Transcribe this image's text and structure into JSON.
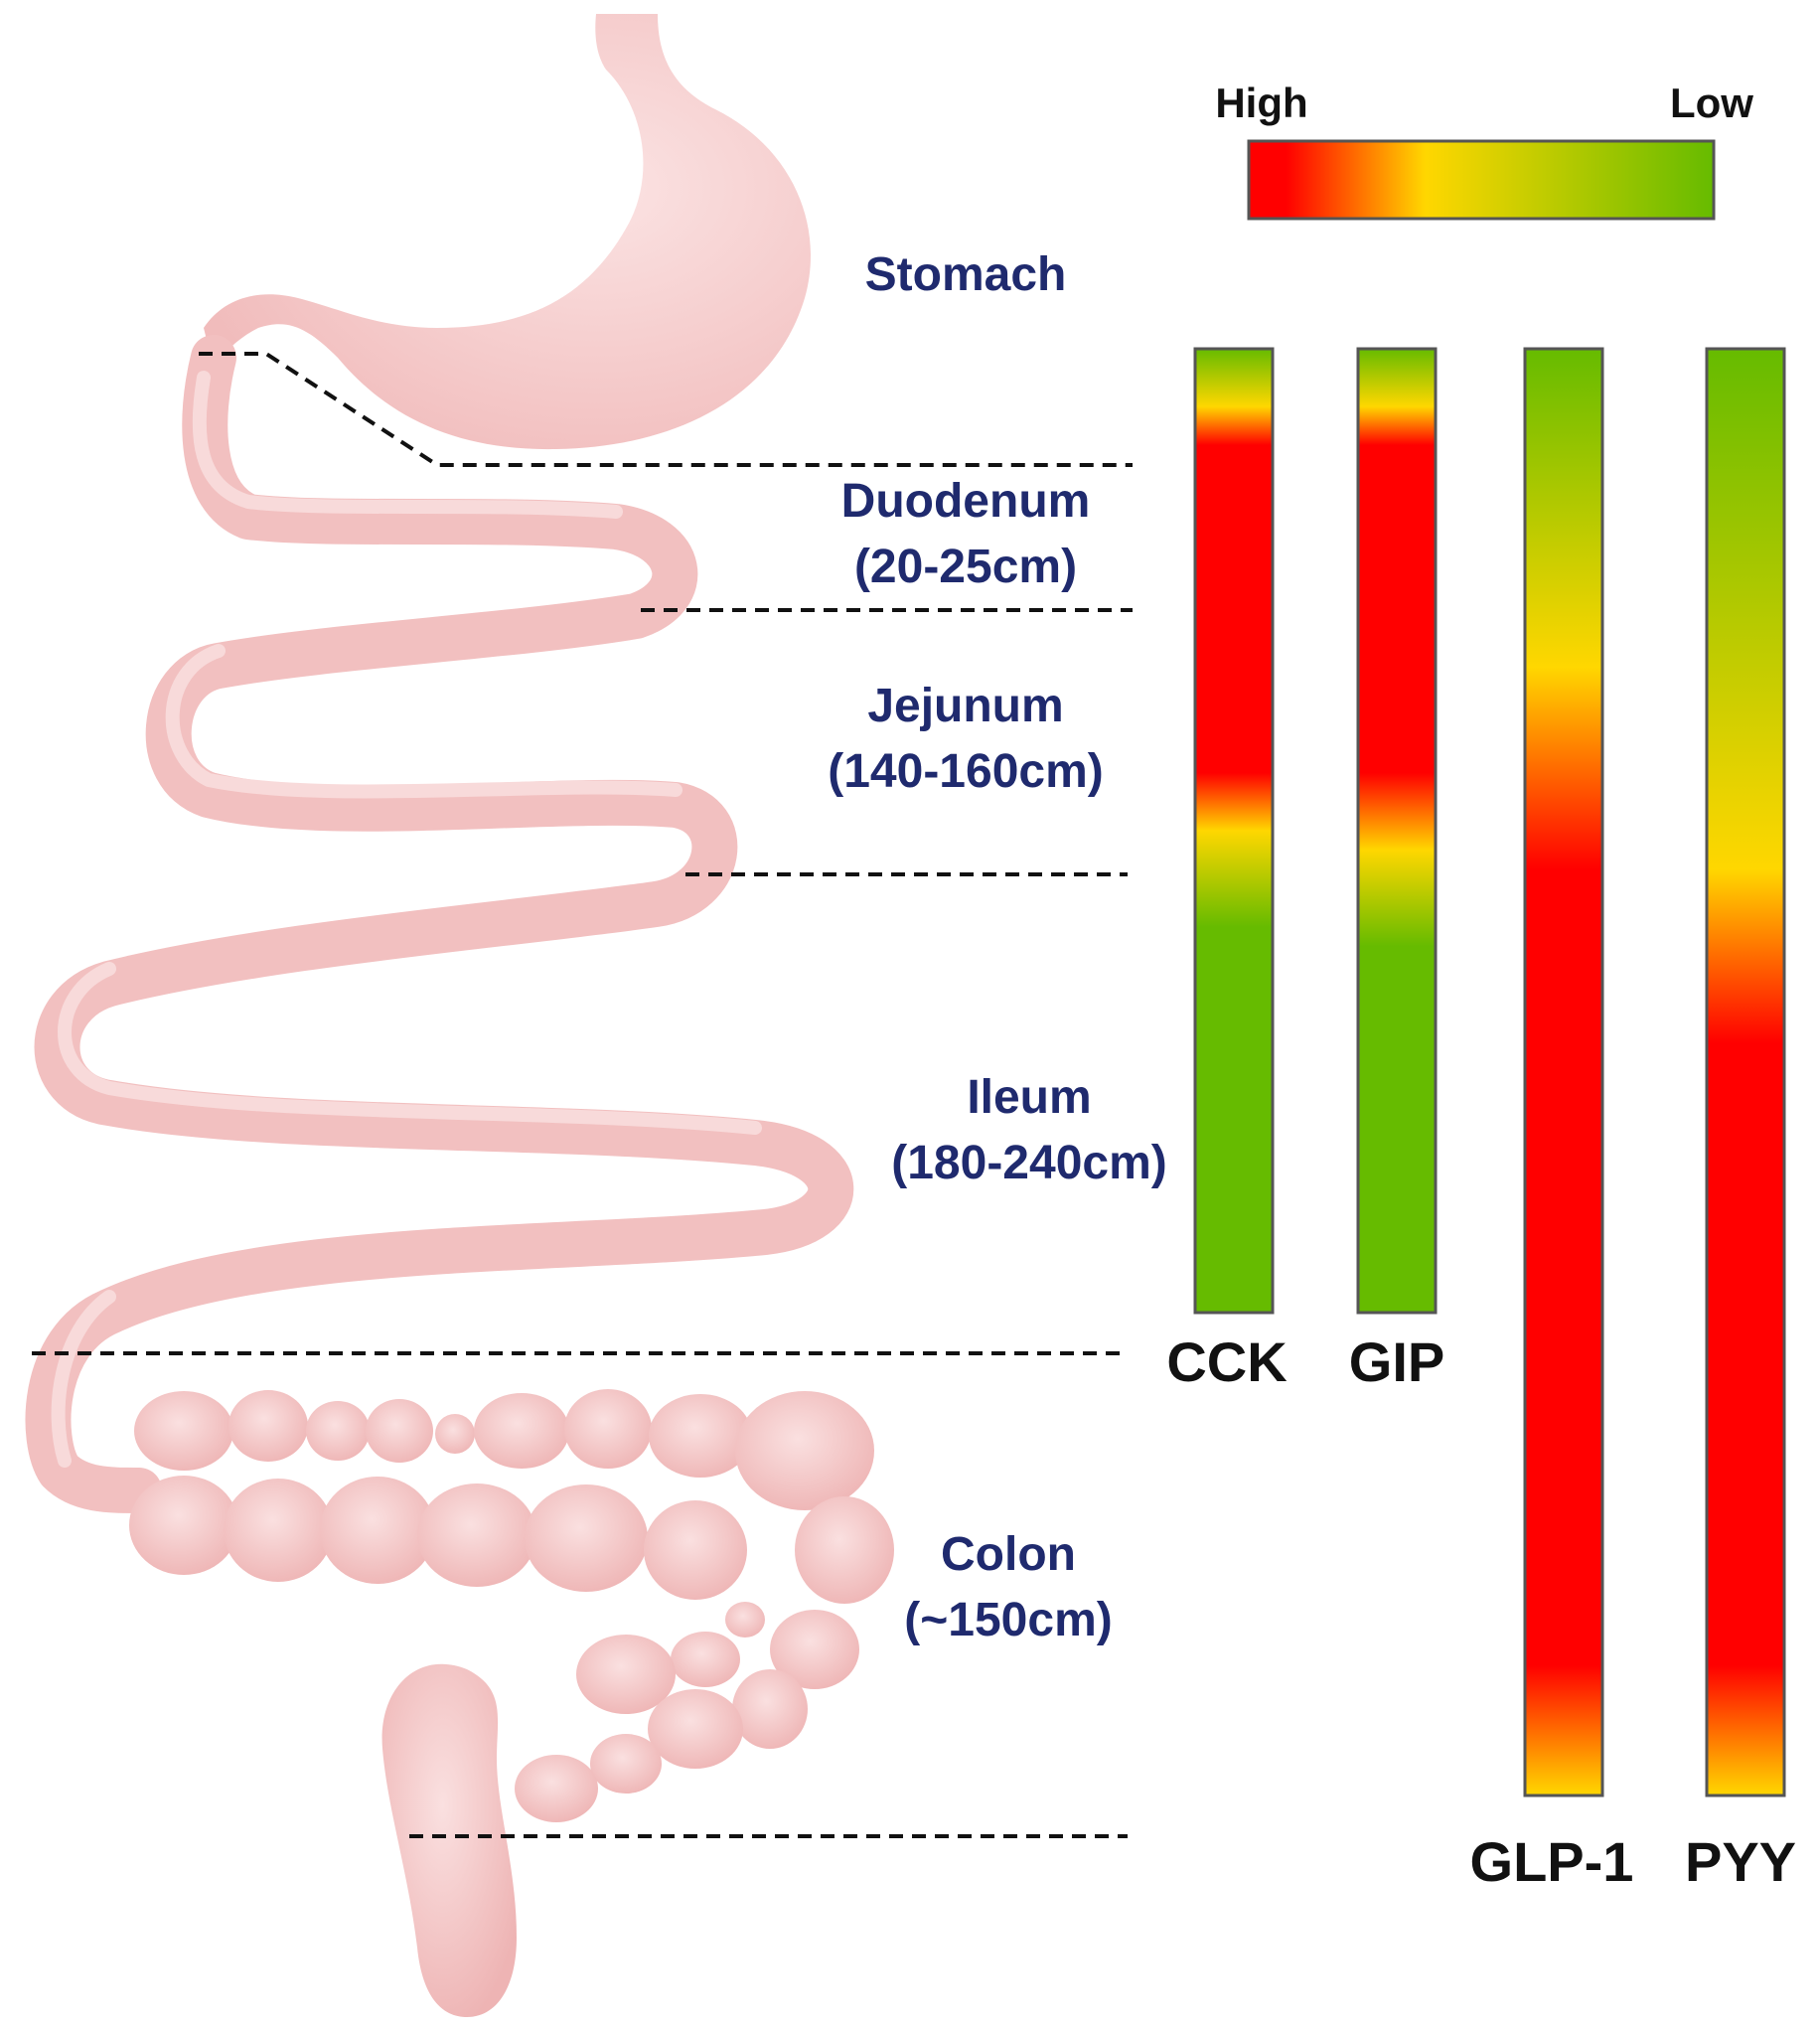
{
  "scale": {
    "high_label": "High",
    "low_label": "Low",
    "colors": {
      "high": "#ff0000",
      "mid": "#ffd700",
      "low": "#66bb00"
    }
  },
  "regions": [
    {
      "name": "Stomach",
      "length": ""
    },
    {
      "name": "Duodenum",
      "length": "(20-25cm)"
    },
    {
      "name": "Jejunum",
      "length": "(140-160cm)"
    },
    {
      "name": "Ileum",
      "length": "(180-240cm)"
    },
    {
      "name": "Colon",
      "length": "(~150cm)"
    }
  ],
  "hormones": [
    {
      "name": "CCK",
      "gradient": [
        {
          "pos": 0.0,
          "level": "low"
        },
        {
          "pos": 0.06,
          "level": "mid"
        },
        {
          "pos": 0.1,
          "level": "high"
        },
        {
          "pos": 0.44,
          "level": "high"
        },
        {
          "pos": 0.5,
          "level": "mid"
        },
        {
          "pos": 0.6,
          "level": "low"
        },
        {
          "pos": 1.0,
          "level": "low"
        }
      ]
    },
    {
      "name": "GIP",
      "gradient": [
        {
          "pos": 0.0,
          "level": "low"
        },
        {
          "pos": 0.06,
          "level": "mid"
        },
        {
          "pos": 0.1,
          "level": "high"
        },
        {
          "pos": 0.44,
          "level": "high"
        },
        {
          "pos": 0.52,
          "level": "mid"
        },
        {
          "pos": 0.62,
          "level": "low"
        },
        {
          "pos": 1.0,
          "level": "low"
        }
      ]
    },
    {
      "name": "GLP-1",
      "gradient": [
        {
          "pos": 0.0,
          "level": "low"
        },
        {
          "pos": 0.22,
          "level": "mid"
        },
        {
          "pos": 0.36,
          "level": "high"
        },
        {
          "pos": 0.91,
          "level": "high"
        },
        {
          "pos": 1.0,
          "level": "mid"
        }
      ]
    },
    {
      "name": "PYY",
      "gradient": [
        {
          "pos": 0.0,
          "level": "low"
        },
        {
          "pos": 0.36,
          "level": "mid"
        },
        {
          "pos": 0.48,
          "level": "high"
        },
        {
          "pos": 0.91,
          "level": "high"
        },
        {
          "pos": 1.0,
          "level": "mid"
        }
      ]
    }
  ]
}
